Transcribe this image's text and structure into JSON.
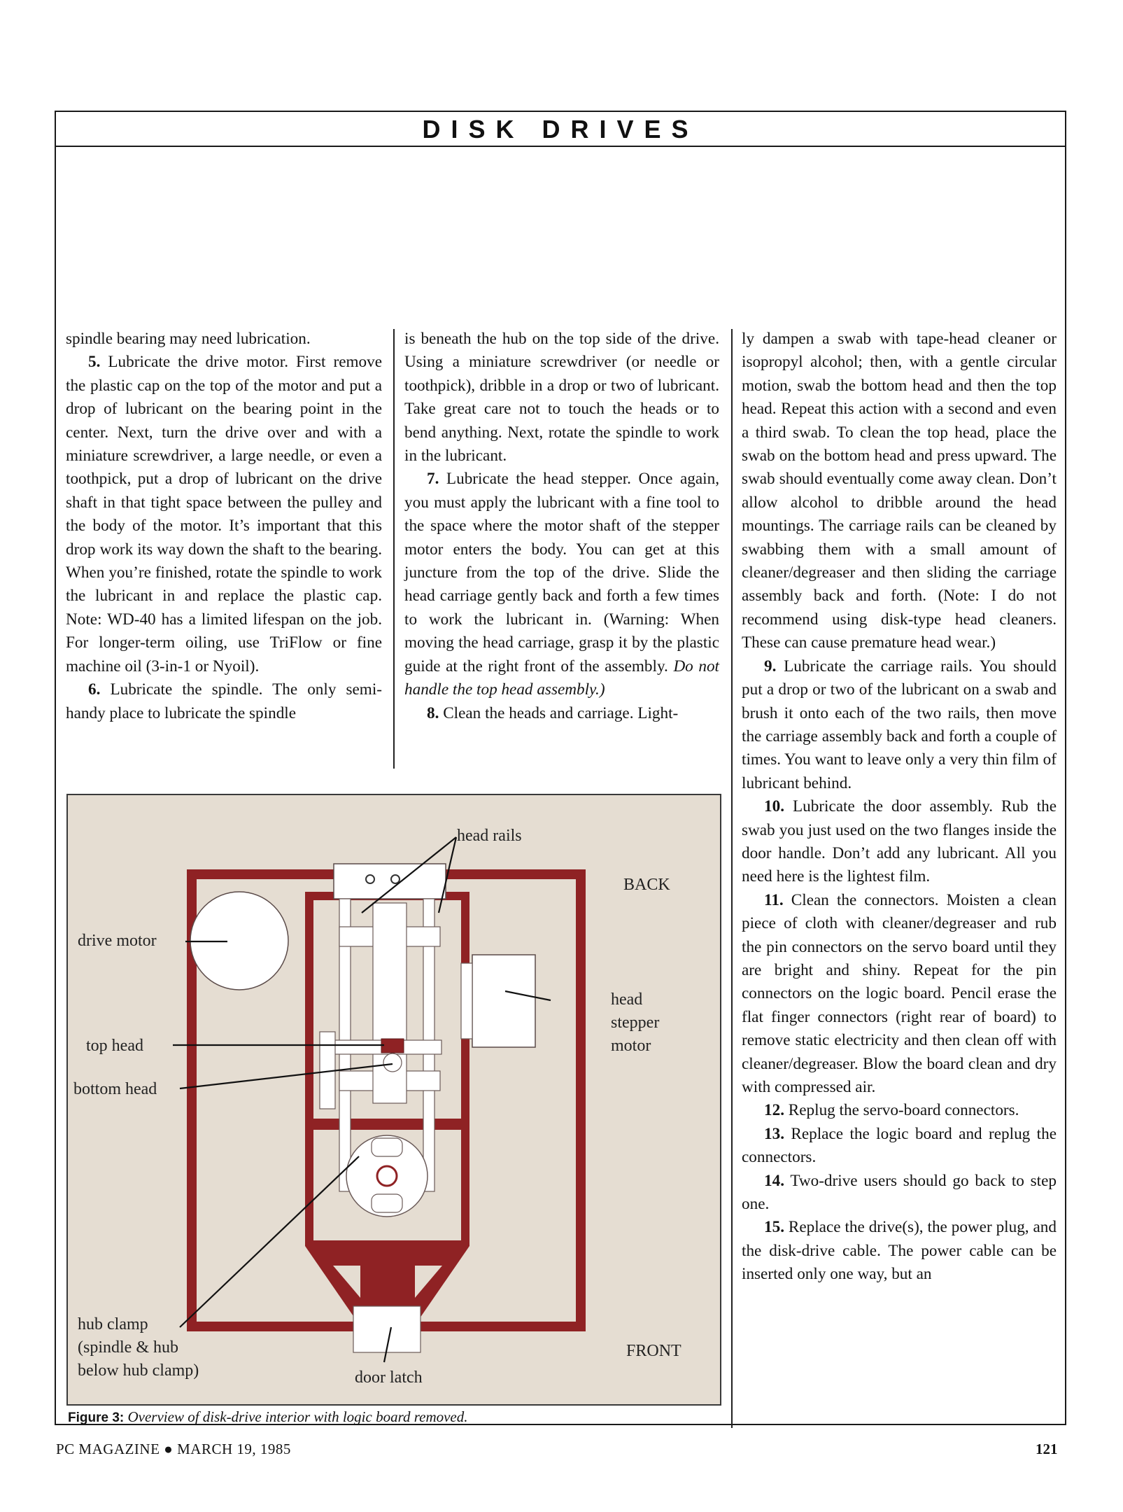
{
  "header": {
    "section_title": "DISK DRIVES"
  },
  "article": {
    "col1": {
      "p1": "spindle bearing may need lubrication.",
      "p2_num": "5.",
      "p2_text": " Lubricate the drive motor. First remove the plastic cap on the top of the motor and put a drop of lubricant on the bearing point in the center. Next, turn the drive over and with a miniature screwdriver, a large needle, or even a toothpick, put a drop of lubricant on the drive shaft in that tight space between the pulley and the body of the motor. It’s important that this drop work its way down the shaft to the bearing. When you’re finished, rotate the spindle to work the lubricant in and replace the plastic cap. Note: WD-40 has a limited lifespan on the job. For longer-term oiling, use TriFlow or fine machine oil (3-in-1 or Nyoil).",
      "p3_num": "6.",
      "p3_text": " Lubricate the spindle. The only semi-handy place to lubricate the spindle"
    },
    "col2": {
      "p1": "is beneath the hub on the top side of the drive. Using a miniature screwdriver (or needle or toothpick), dribble in a drop or two of lubricant. Take great care not to touch the heads or to bend anything. Next, rotate the spindle to work in the lubricant.",
      "p2_num": "7.",
      "p2_text": " Lubricate the head stepper. Once again, you must apply the lubricant with a fine tool to the space where the motor shaft of the stepper motor enters the body. You can get at this juncture from the top of the drive. Slide the head carriage gently back and forth a few times to work the lubricant in. (Warning: When moving the head carriage, grasp it by the plastic guide at the right front of the assembly. ",
      "p2_italic": "Do not handle the top head assembly.)",
      "p3_num": "8.",
      "p3_text": " Clean the heads and carriage. Light-"
    },
    "col3": {
      "p1": "ly dampen a swab with tape-head cleaner or isopropyl alcohol; then, with a gentle circular motion, swab the bottom head and then the top head. Repeat this action with a second and even a third swab. To clean the top head, place the swab on the bottom head and press upward. The swab should eventually come away clean. Don’t allow alcohol to dribble around the head mountings. The carriage rails can be cleaned by swabbing them with a small amount of cleaner/degreaser and then sliding the carriage assembly back and forth. (Note: I do not recommend using disk-type head cleaners. These can cause premature head wear.)",
      "p2_num": "9.",
      "p2_text": " Lubricate the carriage rails. You should put a drop or two of the lubricant on a swab and brush it onto each of the two rails, then move the carriage assembly back and forth a couple of times. You want to leave only a very thin film of lubricant behind.",
      "p3_num": "10.",
      "p3_text": " Lubricate the door assembly. Rub the swab you just used on the two flanges inside the door handle. Don’t add any lubricant. All you need here is the lightest film.",
      "p4_num": "11.",
      "p4_text": " Clean the connectors. Moisten a clean piece of cloth with cleaner/degreaser and rub the pin connectors on the servo board until they are bright and shiny. Repeat for the pin connectors on the logic board. Pencil erase the flat finger connectors (right rear of board) to remove static electricity and then clean off with cleaner/degreaser. Blow the board clean and dry with compressed air.",
      "p5_num": "12.",
      "p5_text": " Replug the servo-board connectors.",
      "p6_num": "13.",
      "p6_text": " Replace the logic board and replug the connectors.",
      "p7_num": "14.",
      "p7_text": " Two-drive users should go back to step one.",
      "p8_num": "15.",
      "p8_text": " Replace the drive(s), the power plug, and the disk-drive cable. The power cable can be inserted only one way, but an"
    }
  },
  "figure": {
    "labels": {
      "head_rails": "head rails",
      "back": "BACK",
      "drive_motor": "drive motor",
      "head_stepper_1": "head",
      "head_stepper_2": "stepper",
      "head_stepper_3": "motor",
      "top_head": "top head",
      "bottom_head": "bottom head",
      "hub_clamp_1": "hub clamp",
      "hub_clamp_2": "(spindle & hub",
      "hub_clamp_3": "below hub clamp)",
      "door_latch": "door latch",
      "front": "FRONT"
    },
    "caption_number": "Figure 3:",
    "caption_text": " Overview of disk-drive interior with logic board removed."
  },
  "footer": {
    "publication": "PC MAGAZINE ● MARCH 19, 1985",
    "page_number": "121"
  },
  "colors": {
    "frame_red": "#8f2224",
    "figure_bg": "#e5ddd2",
    "part_fill": "#ffffff"
  }
}
